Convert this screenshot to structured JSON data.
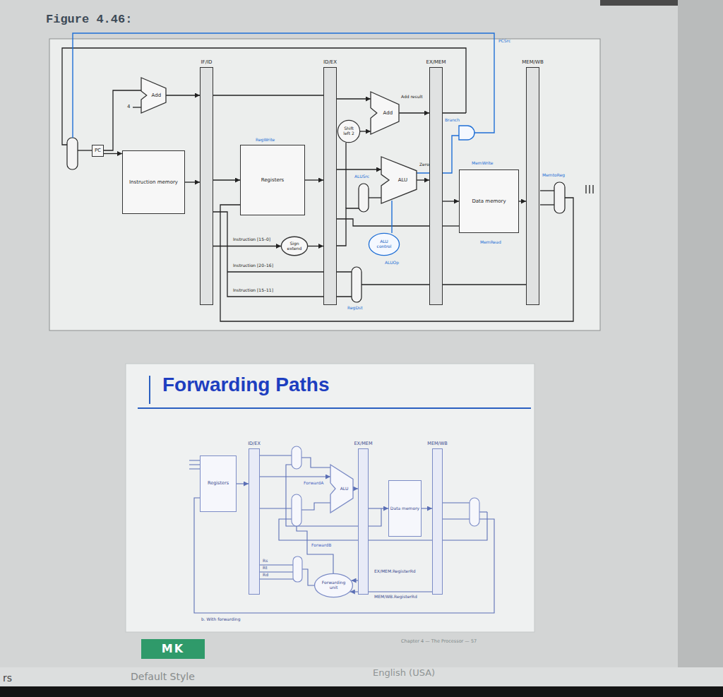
{
  "diagram": {
    "nodes": [
      {
        "text": [
          "Figure 4.46:"
        ]
      },
      {
        "text": [
          "IF/ID"
        ],
        "in": 0
      },
      {
        "text": [
          "Add"
        ],
        "in": 0
      },
      {
        "text": [
          "PC"
        ],
        "in": 0
      },
      {
        "text": [
          "Instruction memory"
        ],
        "in": 0
      },
      {
        "text": [
          "ID/EX"
        ],
        "in": 0
      },
      {
        "text": [
          "Registers"
        ],
        "in": 0
      },
      {
        "text": [
          "Sign extend"
        ],
        "in": 0
      },
      {
        "text": [
          "Shift left 2"
        ],
        "in": 0
      },
      {
        "text": [
          "Add"
        ],
        "in": 0
      },
      {
        "text": [
          "ALU"
        ],
        "in": 0
      },
      {
        "text": [
          "ALU control"
        ],
        "in": 0
      },
      {
        "text": [
          "EX/MEM"
        ],
        "in": 0
      },
      {
        "text": [
          "Data memory"
        ],
        "in": 0
      },
      {
        "text": [
          "MEM/WB"
        ],
        "in": 0
      },
      {
        "text": [
          "Forwarding Paths"
        ]
      },
      {
        "text": [
          "ID/EX"
        ],
        "in": 15
      },
      {
        "text": [
          "Registers"
        ],
        "in": 15
      },
      {
        "text": [
          "ALU"
        ],
        "in": 15
      },
      {
        "text": [
          "EX/MEM"
        ],
        "in": 15
      },
      {
        "text": [
          "Data memory"
        ],
        "in": 15
      },
      {
        "text": [
          "MEM/WB"
        ],
        "in": 15
      },
      {
        "text": [
          "Forwarding unit"
        ],
        "in": 15
      },
      {
        "text": [
          "MK"
        ],
        "in": 15
      }
    ],
    "edges": [
      {
        "from": 2,
        "to": 1,
        "arrow": "to"
      },
      {
        "from": 3,
        "to": 4,
        "arrow": "to"
      },
      {
        "from": 4,
        "to": 1,
        "arrow": "to"
      },
      {
        "from": 1,
        "to": 6,
        "arrow": "to"
      },
      {
        "from": 6,
        "to": 5,
        "arrow": "to"
      },
      {
        "from": 1,
        "to": 7,
        "arrow": "to"
      },
      {
        "from": 7,
        "to": 5,
        "arrow": "to"
      },
      {
        "from": 5,
        "to": 9,
        "arrow": "to"
      },
      {
        "from": 8,
        "to": 9,
        "arrow": "to"
      },
      {
        "from": 9,
        "to": 12,
        "arrow": "to"
      },
      {
        "from": 5,
        "to": 10,
        "arrow": "to"
      },
      {
        "from": 10,
        "to": 12,
        "arrow": "to"
      },
      {
        "from": 12,
        "to": 13,
        "arrow": "to"
      },
      {
        "from": 13,
        "to": 14,
        "arrow": "to"
      },
      {
        "from": 17,
        "to": 16,
        "arrow": "to"
      },
      {
        "from": 16,
        "to": 18,
        "arrow": "to"
      },
      {
        "from": 18,
        "to": 19,
        "arrow": "to"
      },
      {
        "from": 19,
        "to": 20,
        "arrow": "to"
      },
      {
        "from": 20,
        "to": 21,
        "arrow": "to"
      },
      {
        "from": 19,
        "to": 22,
        "arrow": "to"
      },
      {
        "from": 21,
        "to": 22,
        "arrow": "to"
      }
    ],
    "labels": [
      "4",
      "PCSrc",
      "Branch",
      "Add result",
      "Zero",
      "ALUSrc",
      "RegWrite",
      "MemWrite",
      "MemRead",
      "MemtoReg",
      "ALUOp",
      "RegDst",
      "Instruction [15–0]",
      "Instruction [20–16]",
      "Instruction [15–11]",
      "ForwardA",
      "ForwardB",
      "Rs",
      "Rt",
      "Rd",
      "EX/MEM.RegisterRd",
      "MEM/WB.RegisterRd",
      "b. With forwarding",
      "Chapter 4 — The Processor — 57",
      "Default Style",
      "English (USA)",
      "rs"
    ]
  }
}
